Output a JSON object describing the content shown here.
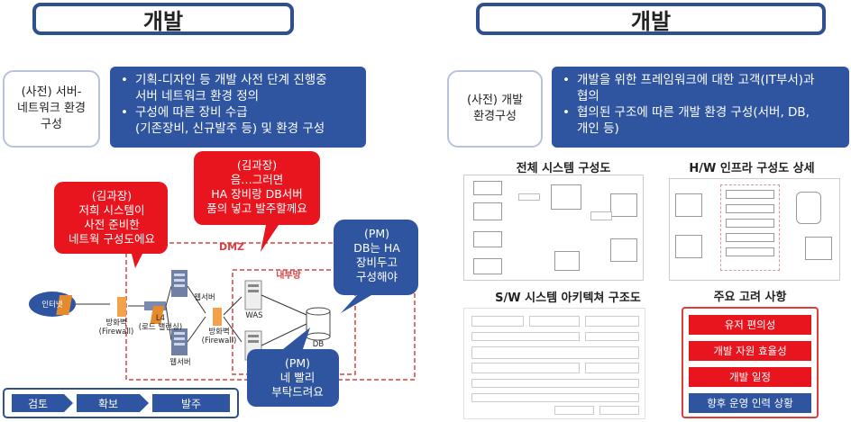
{
  "left": {
    "title": "개발",
    "label_box": "(사전) 서버-\n네트워크 환경\n구성",
    "bullets": [
      "기획-디자인 등 개발 사전 단계 진행중\n서버 네트워크 환경 정의",
      "구성에 따른 장비 수급\n(기존장비, 신규발주 등) 및 환경 구성"
    ],
    "bubbles": {
      "kim1": "(김과장)\n저희 시스템이\n사전 준비한\n네트웍 구성도에요",
      "kim2": "(김과장)\n음…그러면\nHA 장비랑 DB서버\n품의 넣고 발주할께요",
      "pm1": "(PM)\nDB는 HA\n장비두고\n구성해야",
      "pm2": "(PM)\n네 빨리\n부탁드려요"
    },
    "network": {
      "internet": "인터넷",
      "firewall1": "방화벽\n(Firewall)",
      "l4": "L4\n(로드 밸런싱)",
      "webserver_top": "웹서버",
      "webserver_bottom": "웹서버",
      "firewall2": "방화벽\n(Firewall)",
      "was": "WAS",
      "db": "DB",
      "dmz": "DMZ",
      "internal": "내부망"
    },
    "process_steps": [
      "검토",
      "확보",
      "발주"
    ]
  },
  "right": {
    "title": "개발",
    "label_box": "(사전) 개발\n환경구성",
    "bullets": [
      "개발을 위한 프레임워크에 대한 고객(IT부서)과\n협의",
      "협의된 구조에 따른 개발 환경 구성(서버, DB,\n개인 등)"
    ],
    "sections": {
      "system": "전체 시스템 구성도",
      "hw": "H/W 인프라 구성도 상세",
      "sw": "S/W 시스템 아키텍쳐 구조도",
      "priorities": "주요 고려 사항"
    },
    "priority_items": [
      "유저 편의성",
      "개발 자원 효율성",
      "개발 일정",
      "향후 운영 인력 상황"
    ],
    "colors": {
      "primary_blue": "#2f54a0",
      "red": "#e03c3c",
      "border_blue": "#2f4f8e"
    }
  }
}
